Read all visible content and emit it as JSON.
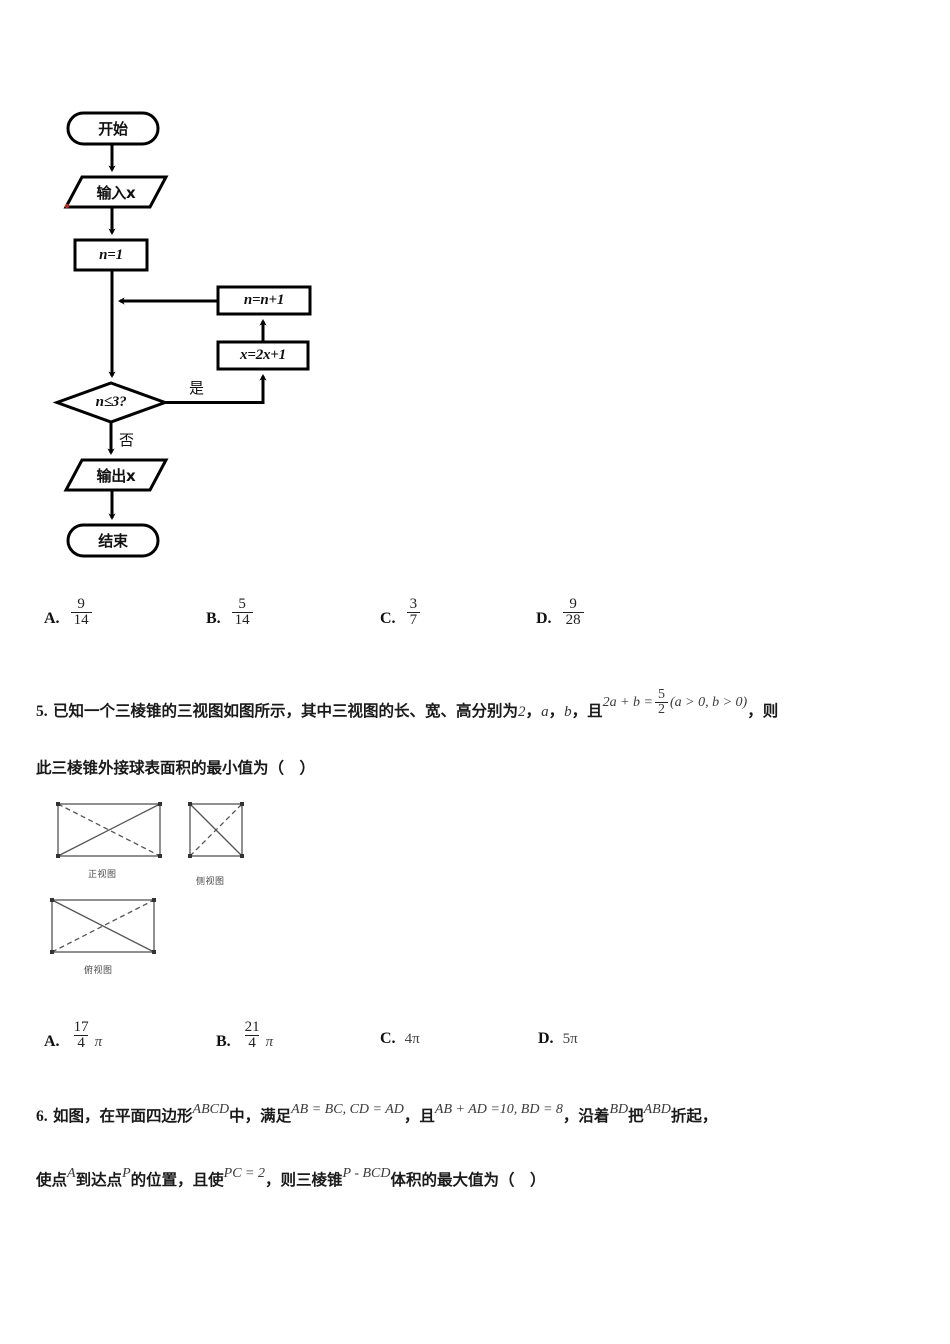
{
  "document": {
    "type": "math-exam-paper",
    "language": "zh-CN"
  },
  "flowchart": {
    "title": "program-flowchart",
    "nodes": {
      "start": "开始",
      "input": "输入x",
      "init": "n=1",
      "increment": "n=n+1",
      "update": "x=2x+1",
      "decision": "n≤3?",
      "output": "输出x",
      "end": "结束"
    },
    "edge_labels": {
      "yes": "是",
      "no": "否"
    }
  },
  "question4": {
    "options": [
      {
        "tag": "A.",
        "numerator": "9",
        "denominator": "14"
      },
      {
        "tag": "B.",
        "numerator": "5",
        "denominator": "14"
      },
      {
        "tag": "C.",
        "numerator": "3",
        "denominator": "7"
      },
      {
        "tag": "D.",
        "numerator": "9",
        "denominator": "28"
      }
    ]
  },
  "question5": {
    "number": "5.",
    "line1_a": "已知一个三棱锥的三视图如图所示，其中三视图的长、宽、高分别为",
    "val_2": "2",
    "sep1": "，",
    "val_a": "a",
    "sep2": "，",
    "val_b": "b",
    "sep3": "，且",
    "formula_lhs": "2a + b =",
    "formula_num": "5",
    "formula_den": "2",
    "formula_cond": "(a > 0, b > 0)",
    "line1_tail": "，则",
    "line2": "此三棱锥外接球表面积的最小值为（　）",
    "threeview": {
      "front_label": "正视图",
      "side_label": "侧视图",
      "top_label": "俯视图"
    },
    "options": [
      {
        "tag": "A.",
        "numerator": "17",
        "denominator": "4",
        "suffix": "π"
      },
      {
        "tag": "B.",
        "numerator": "21",
        "denominator": "4",
        "suffix": "π"
      },
      {
        "tag": "C.",
        "plain": "4π"
      },
      {
        "tag": "D.",
        "plain": "5π"
      }
    ]
  },
  "question6": {
    "number": "6.",
    "seg1": "如图，在平面四边形",
    "sup1": "ABCD",
    "seg2": "中，满足",
    "sup2": "AB = BC, CD = AD",
    "seg3": "，且",
    "sup3": "AB + AD =10, BD = 8",
    "seg4": "，沿着",
    "sup4": "BD",
    "seg5": "把",
    "sup5": "ABD",
    "seg6": "折起，",
    "seg7": "使点",
    "sup6": "A",
    "seg8": "到达点",
    "sup7": "P",
    "seg9": "的位置，且使",
    "sup8": "PC = 2",
    "seg10": "，则三棱锥",
    "sup9": "P - BCD",
    "seg11": "体积的最大值为（　）"
  },
  "colors": {
    "ink": "#111111",
    "stroke": "#000000",
    "thin_stroke": "#555555"
  }
}
